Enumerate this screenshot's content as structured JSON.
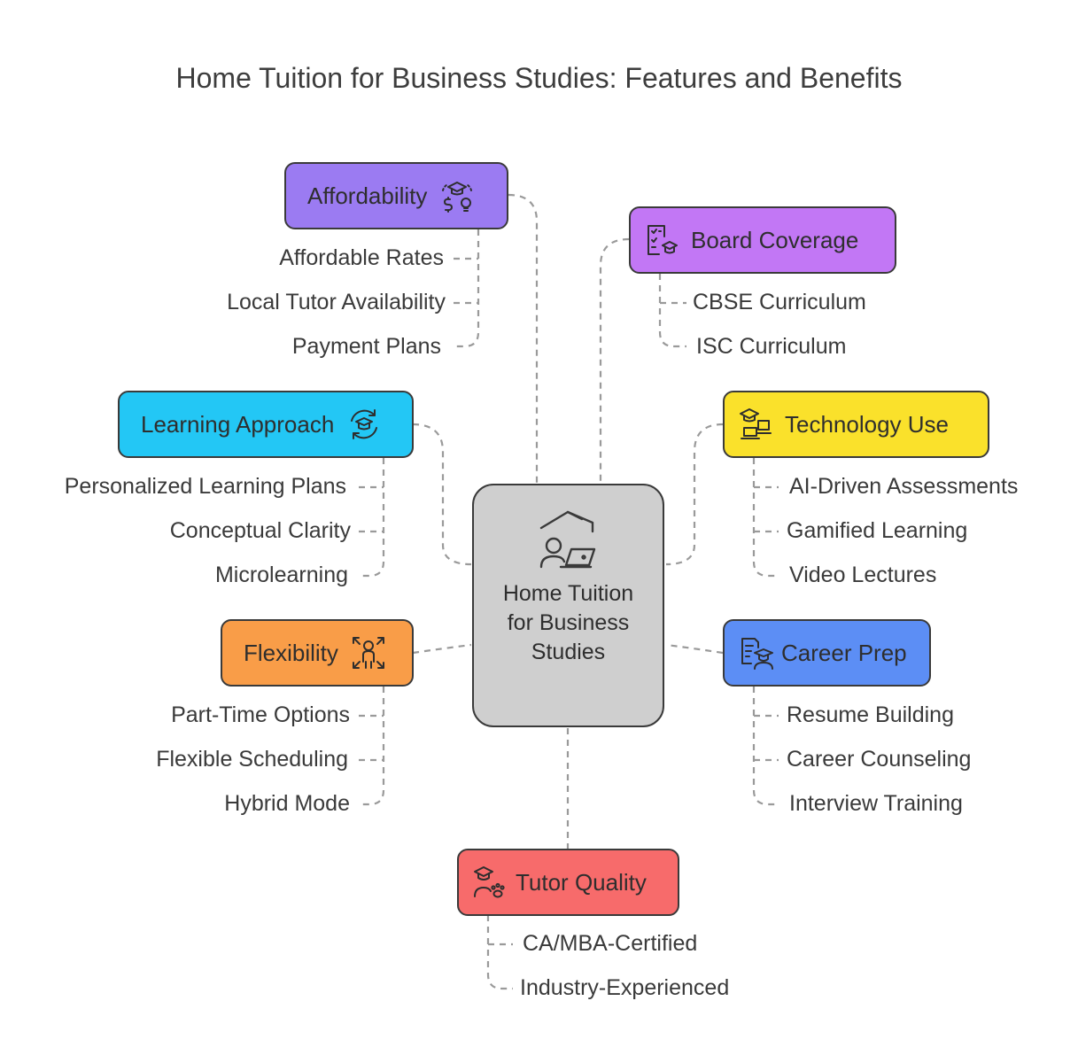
{
  "title": "Home Tuition for Business Studies: Features and Benefits",
  "center": {
    "label": "Home Tuition for Business Studies",
    "icon": "home-laptop-learner-icon"
  },
  "categories": {
    "affordability": {
      "label": "Affordability",
      "icon": "graduation-money-bulb-icon",
      "color": "#9b7bf2",
      "items": [
        "Affordable Rates",
        "Local Tutor Availability",
        "Payment Plans"
      ]
    },
    "board_coverage": {
      "label": "Board Coverage",
      "icon": "checklist-graduation-icon",
      "color": "#c277f5",
      "items": [
        "CBSE Curriculum",
        "ISC Curriculum"
      ]
    },
    "learning_approach": {
      "label": "Learning Approach",
      "icon": "graduation-cycle-icon",
      "color": "#23c7f5",
      "items": [
        "Personalized Learning Plans",
        "Conceptual Clarity",
        "Microlearning"
      ]
    },
    "technology_use": {
      "label": "Technology Use",
      "icon": "graduation-laptop-icon",
      "color": "#fae12b",
      "items": [
        "AI-Driven Assessments",
        "Gamified Learning",
        "Video Lectures"
      ]
    },
    "flexibility": {
      "label": "Flexibility",
      "icon": "person-expand-arrows-icon",
      "color": "#f99d48",
      "items": [
        "Part-Time Options",
        "Flexible Scheduling",
        "Hybrid Mode"
      ]
    },
    "career_prep": {
      "label": "Career Prep",
      "icon": "resume-graduate-icon",
      "color": "#5c8ef5",
      "items": [
        "Resume Building",
        "Career Counseling",
        "Interview Training"
      ]
    },
    "tutor_quality": {
      "label": "Tutor Quality",
      "icon": "graduate-paw-icon",
      "color": "#f76b6b",
      "items": [
        "CA/MBA-Certified",
        "Industry-Experienced"
      ]
    }
  }
}
